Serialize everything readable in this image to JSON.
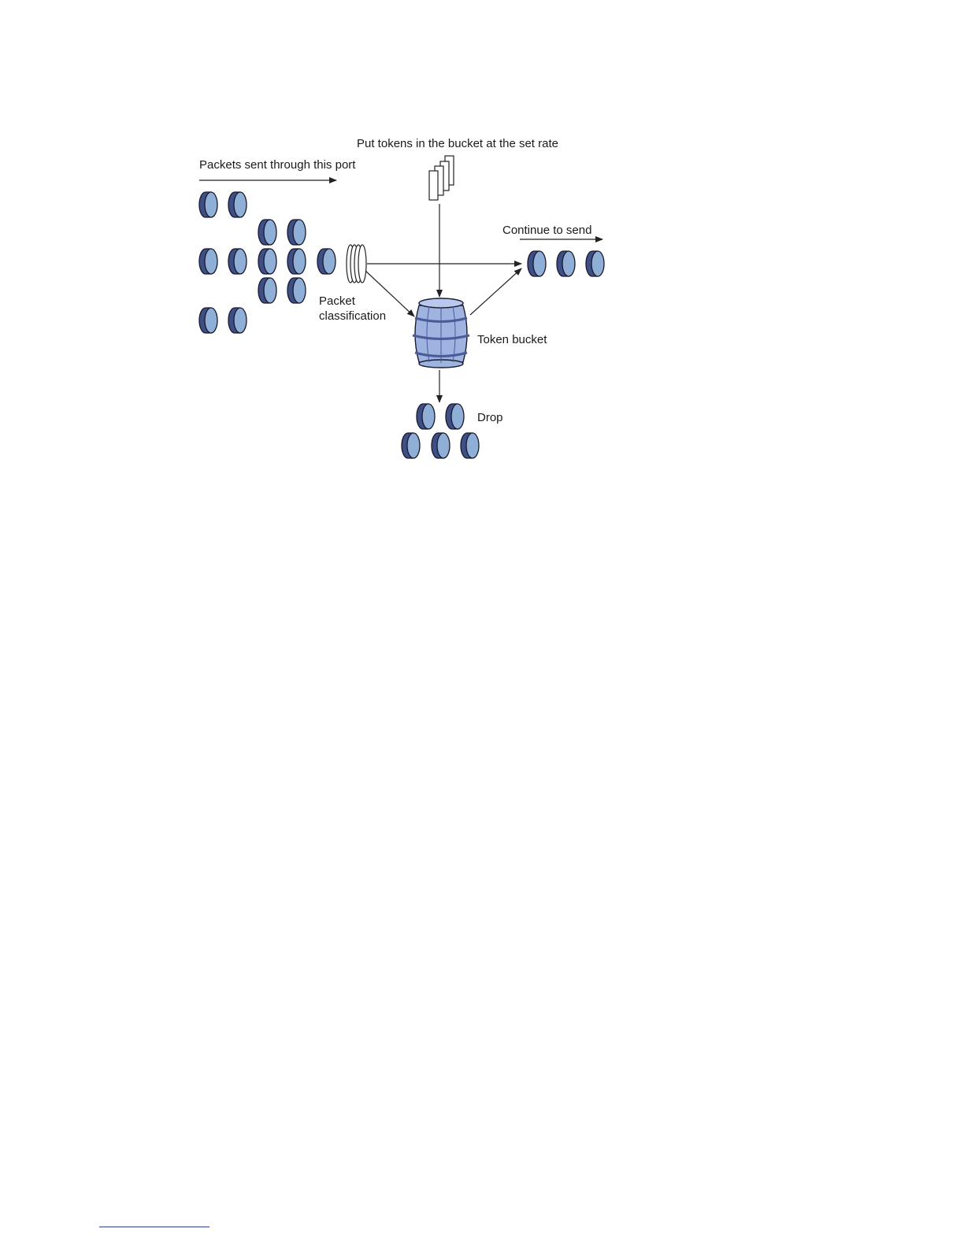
{
  "labels": {
    "packets_sent": "Packets sent through this port",
    "put_tokens": "Put tokens in the bucket at the set rate",
    "continue_to_send": "Continue to send",
    "packet_classification_line1": "Packet",
    "packet_classification_line2": "classification",
    "token_bucket": "Token bucket",
    "drop": "Drop"
  },
  "colors": {
    "packet_body": "#3e4f86",
    "packet_face": "#8fafd6",
    "outline": "#1a1a2e",
    "barrel_fill": "#9fb3e0",
    "barrel_band": "#6f84c4",
    "arrow": "#222222"
  },
  "icons": {
    "packet": "packet-cylinder-icon",
    "tokens": "token-stack-icon",
    "bucket": "token-bucket-barrel-icon",
    "classifier": "classifier-rings-icon"
  }
}
